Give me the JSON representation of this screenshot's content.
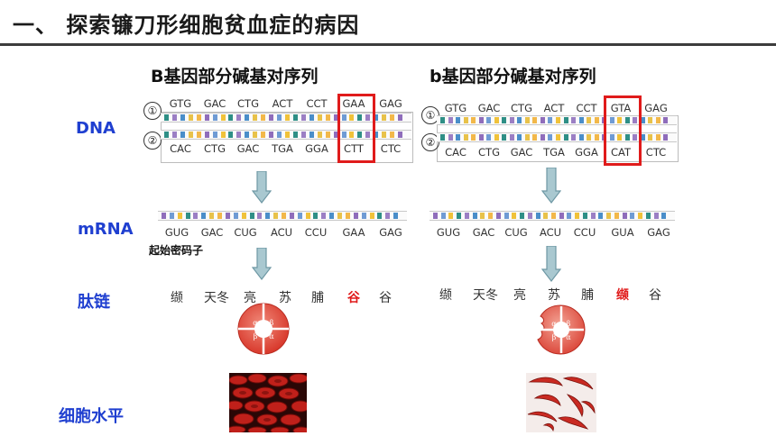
{
  "title": "一、 探索镰刀形细胞贫血症的病因",
  "row_labels": {
    "dna": "DNA",
    "mrna": "mRNA",
    "peptide": "肽链",
    "cell": "细胞水平"
  },
  "start_codon_note": "起始密码子",
  "strand_numbers": [
    "①",
    "②"
  ],
  "left": {
    "heading": "B基因部分碱基对序列",
    "dna1": [
      "GTG",
      "GAC",
      "CTG",
      "ACT",
      "CCT",
      "GAA",
      "GAG"
    ],
    "dna2": [
      "CAC",
      "CTG",
      "GAC",
      "TGA",
      "GGA",
      "CTT",
      "CTC"
    ],
    "mrna": [
      "GUG",
      "GAC",
      "CUG",
      "ACU",
      "CCU",
      "GAA",
      "GAG"
    ],
    "amino": [
      "缬",
      "天冬",
      "亮",
      "苏",
      "脯",
      "谷",
      "谷"
    ]
  },
  "right": {
    "heading": "b基因部分碱基对序列",
    "dna1": [
      "GTG",
      "GAC",
      "CTG",
      "ACT",
      "CCT",
      "GTA",
      "GAG"
    ],
    "dna2": [
      "CAC",
      "CTG",
      "GAC",
      "TGA",
      "GGA",
      "CAT",
      "CTC"
    ],
    "mrna": [
      "GUG",
      "GAC",
      "CUG",
      "ACU",
      "CCU",
      "GUA",
      "GAG"
    ],
    "amino": [
      "缬",
      "天冬",
      "亮",
      "苏",
      "脯",
      "缬",
      "谷"
    ]
  },
  "hemoglobin_labels": [
    "α",
    "β",
    "α",
    "β"
  ],
  "colors": {
    "highlight": "#e01b1b",
    "label_blue": "#1f3fd0",
    "arrow_fill": "#a9c8d0",
    "arrow_stroke": "#6e98a4"
  }
}
